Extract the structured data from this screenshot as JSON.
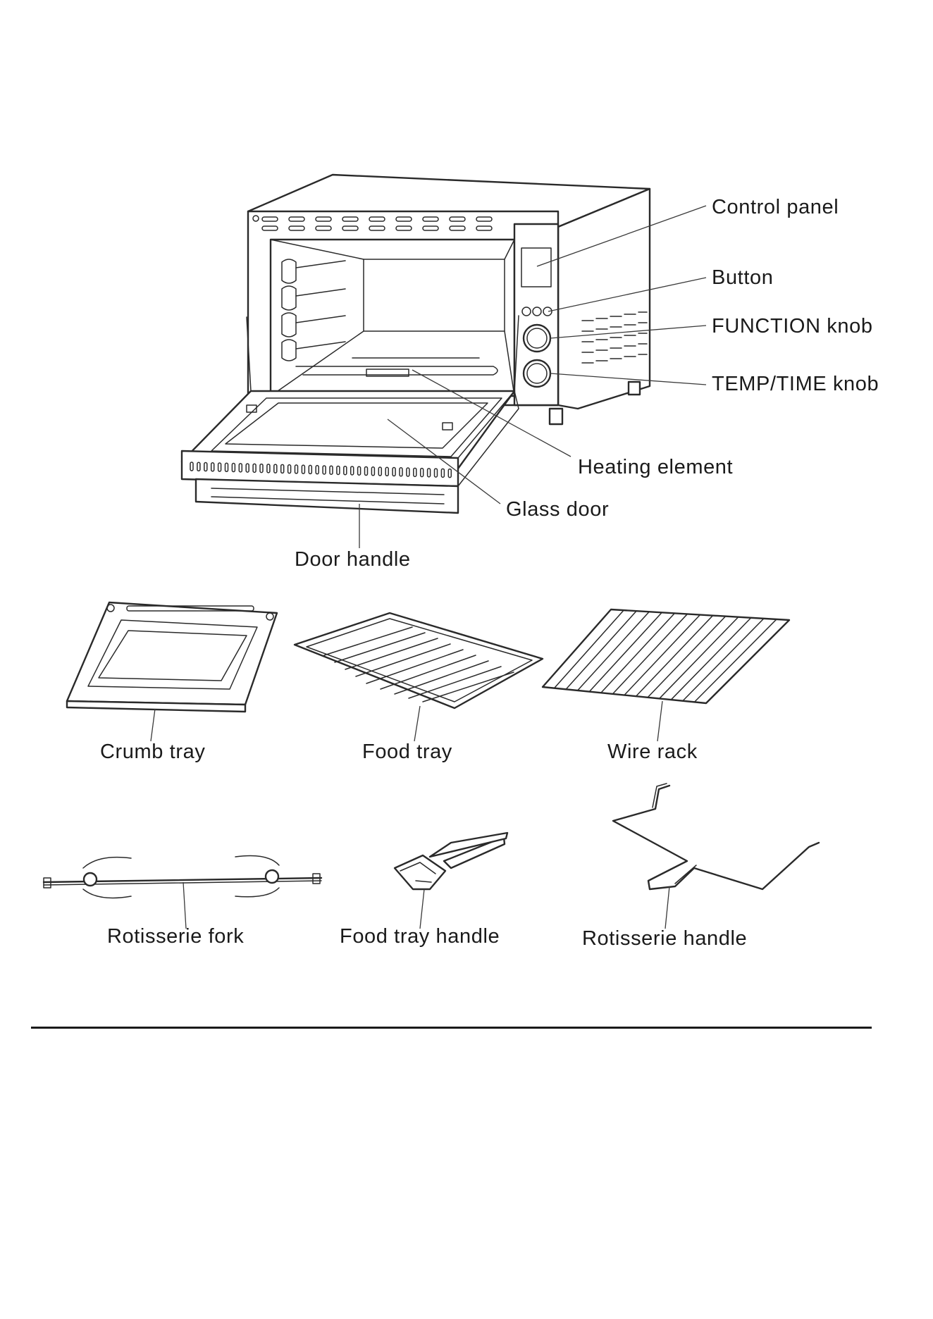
{
  "figure": {
    "main_labels": {
      "control_panel": "Control panel",
      "button": "Button",
      "function_knob": "FUNCTION knob",
      "temp_time_knob": "TEMP/TIME knob",
      "heating_element": "Heating element",
      "glass_door": "Glass door",
      "door_handle": "Door handle"
    },
    "accessory_labels": {
      "crumb_tray": "Crumb tray",
      "food_tray": "Food tray",
      "wire_rack": "Wire rack",
      "rotisserie_fork": "Rotisserie fork",
      "food_tray_handle": "Food tray handle",
      "rotisserie_handle": "Rotisserie handle"
    }
  }
}
